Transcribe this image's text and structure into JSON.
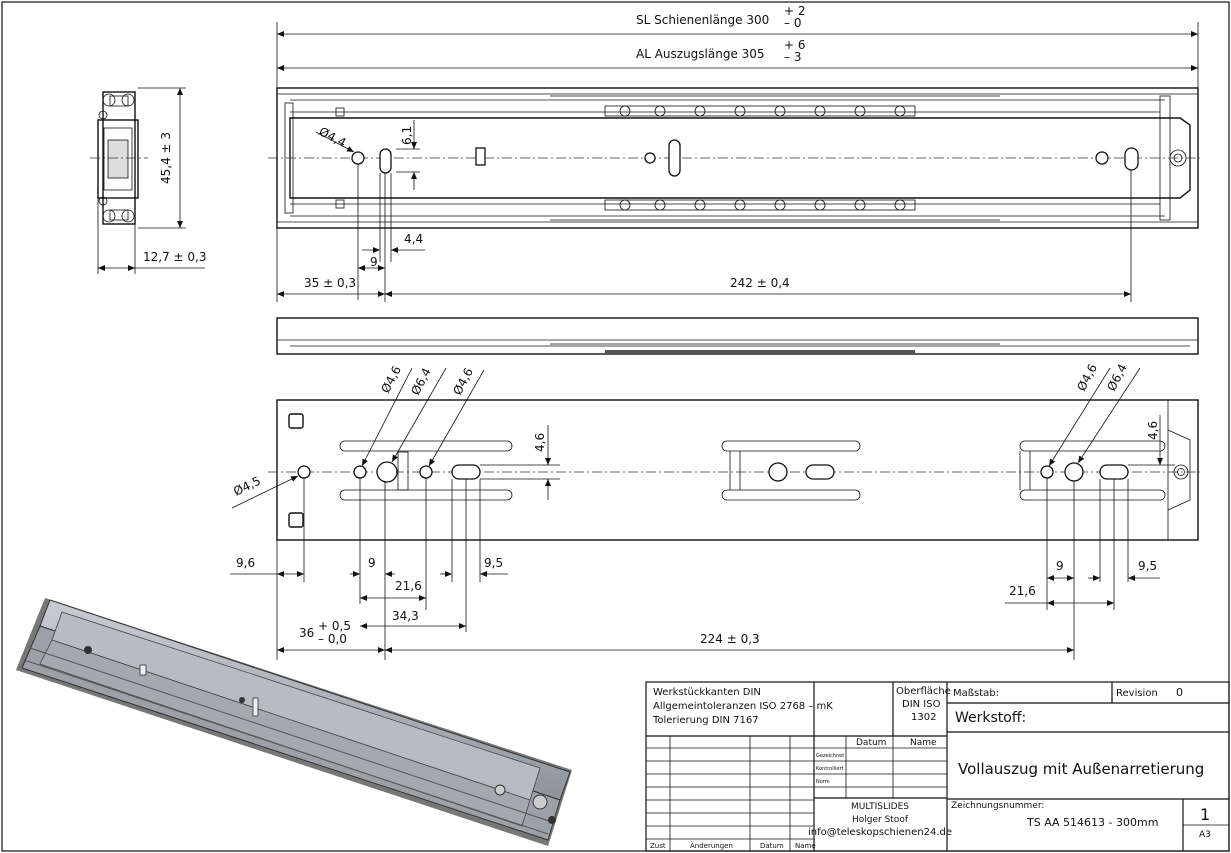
{
  "top_view": {
    "sl_label": "SL Schienenlänge 300",
    "sl_tol_upper": "+ 2",
    "sl_tol_lower": "– 0",
    "al_label": "AL Auszugslänge 305",
    "al_tol_upper": "+ 6",
    "al_tol_lower": "– 3",
    "dia_44": "Ø4,4",
    "dim_61": "6,1",
    "dim_44": "4,4",
    "dim_9": "9",
    "dim_35": "35 ± 0,3",
    "dim_242": "242 ± 0,4"
  },
  "cross_section": {
    "height": "45,4 ± 3",
    "width": "12,7 ± 0,3"
  },
  "bottom_view": {
    "dia_46_a": "Ø4,6",
    "dia_64_a": "Ø6,4",
    "dia_46_b": "Ø4,6",
    "dia_45": "Ø4,5",
    "dim_46_left": "4,6",
    "dia_46_r": "Ø4,6",
    "dia_64_r": "Ø6,4",
    "dim_46_right": "4,6",
    "dim_96": "9,6",
    "dim_9_l": "9",
    "dim_95_l": "9,5",
    "dim_216_l": "21,6",
    "dim_343": "34,3",
    "dim_36": "36",
    "dim_36_upper": "+ 0,5",
    "dim_36_lower": "– 0,0",
    "dim_224": "224 ± 0,3",
    "dim_9_r": "9",
    "dim_95_r": "9,5",
    "dim_216_r": "21,6"
  },
  "title_block": {
    "general_notes": [
      "Werkstückkanten DIN",
      "Allgemeintoleranzen ISO 2768 – mK",
      "Tolerierung DIN 7167"
    ],
    "surface_label": "Oberfläche",
    "surface_value_1": "DIN ISO",
    "surface_value_2": "1302",
    "scale_label": "Maßstab:",
    "revision_label": "Revision",
    "revision_value": "0",
    "material_label": "Werkstoff:",
    "date_header": "Datum",
    "name_header": "Name",
    "row_drawn": "Gezeichnet",
    "row_checked": "Kontrolliert",
    "row_norm": "Norm",
    "title": "Vollauszug mit Außenarretierung",
    "company_1": "MULTISLIDES",
    "company_2": "Holger Stoof",
    "company_3": "info@teleskopschienen24.de",
    "drawing_number_label": "Zeichnungsnummer:",
    "drawing_number": "TS  AA  514613 - 300mm",
    "sheet": "1",
    "format": "A3",
    "col_zust": "Zust",
    "col_changes": "Änderungen",
    "col_date": "Datum",
    "col_name": "Name"
  }
}
